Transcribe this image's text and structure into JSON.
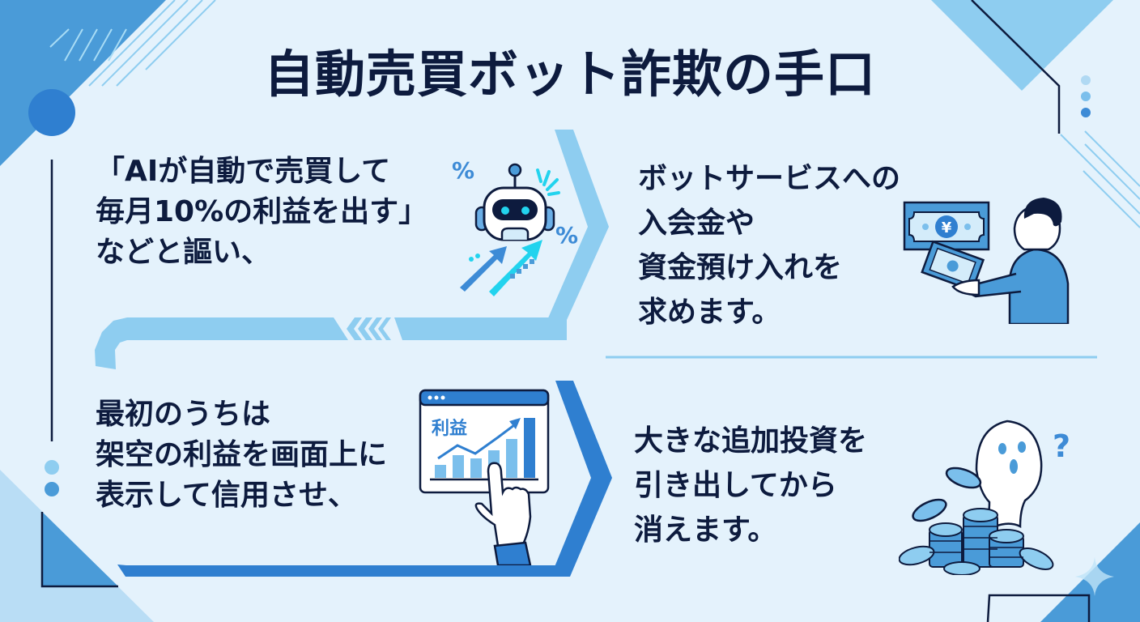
{
  "title": "自動売買ボット詐欺の手口",
  "steps": [
    {
      "id": 1,
      "text": "「AIが自動で売買して\n毎月10%の利益を出す」\nなどと謳い、",
      "illustration": "robot-icon",
      "decorations": [
        "percent-sign",
        "percent-sign",
        "rising-arrow-icon",
        "rising-arrow-icon"
      ]
    },
    {
      "id": 2,
      "text": "ボットサービスへの\n入会金や\n資金預け入れを\n求めます。",
      "illustration": "person-handing-money-icon",
      "currency_symbol": "¥"
    },
    {
      "id": 3,
      "text": "最初のうちは\n架空の利益を画面上に\n表示して信用させ、",
      "illustration": "profit-chart-screen-icon",
      "screen_label": "利益"
    },
    {
      "id": 4,
      "text": "大きな追加投資を\n引き出してから\n消えます。",
      "illustration": "ghost-with-coins-icon",
      "question_mark": "?"
    }
  ],
  "colors": {
    "background": "#e4f2fc",
    "title_text": "#0d1b3e",
    "body_text": "#0d1b3e",
    "light_blue": "#8ecdf0",
    "mid_blue": "#4a9bd8",
    "accent_blue": "#2f7fd0",
    "dark_navy": "#0d1b3e",
    "cyan_accent": "#22d3ee"
  },
  "labels": {
    "percent": "%",
    "yen": "¥",
    "question": "?"
  }
}
